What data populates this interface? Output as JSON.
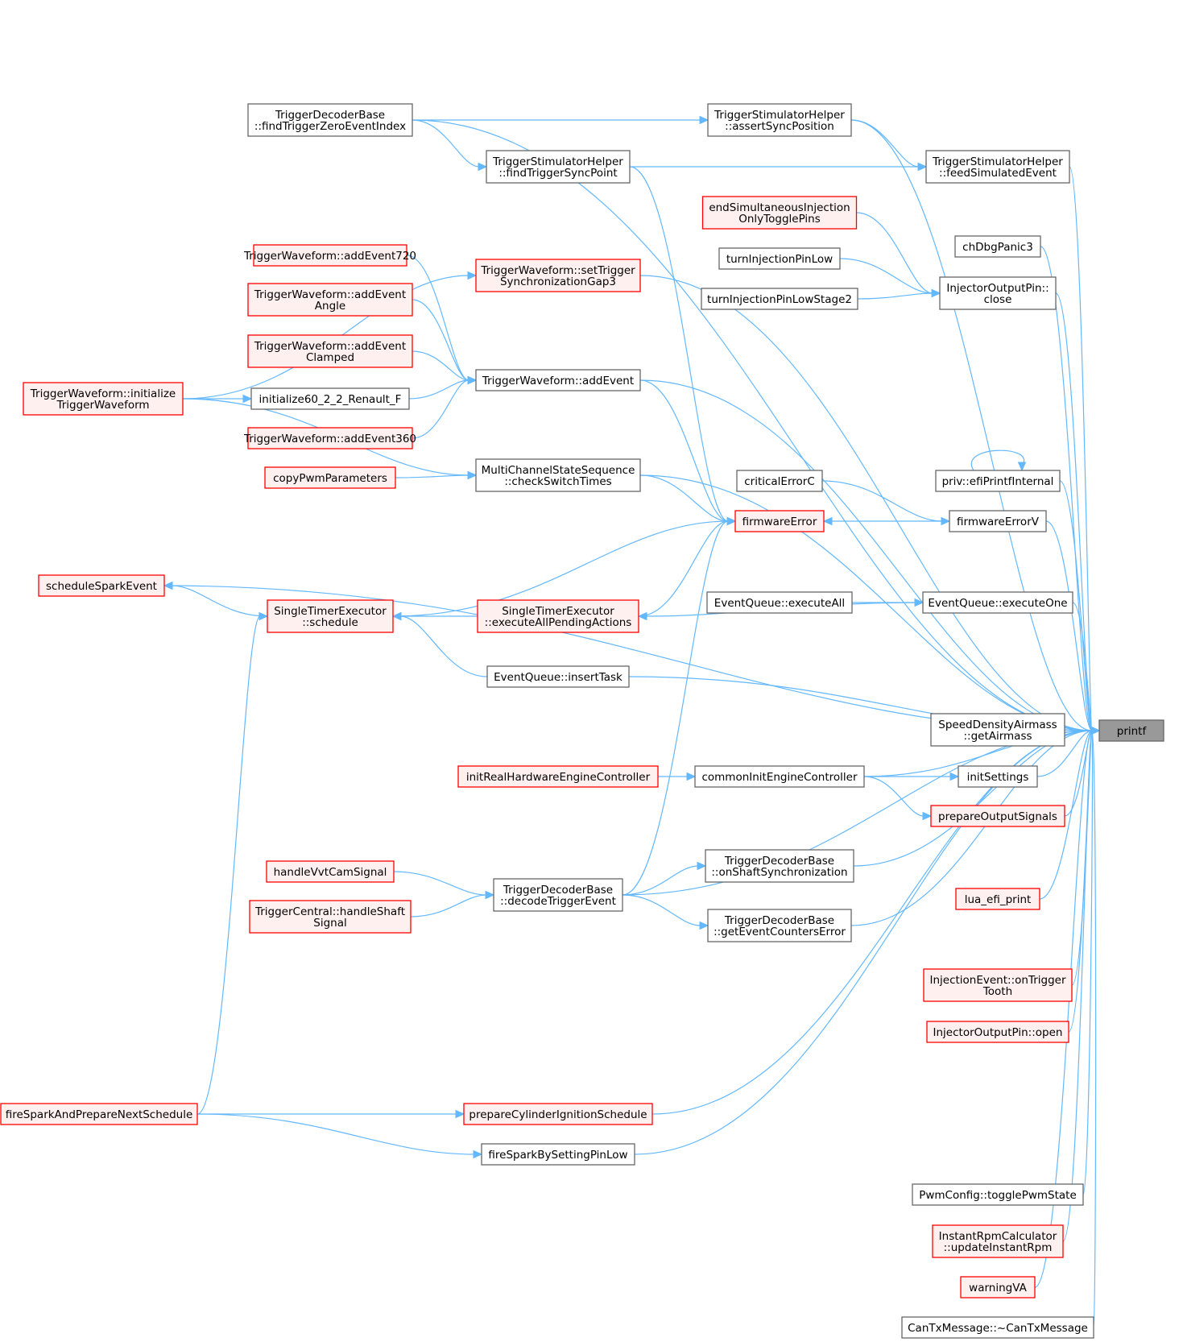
{
  "graph": {
    "nodes": [
      {
        "id": "printf",
        "lines": [
          "printf"
        ],
        "style": "focus"
      },
      {
        "id": "tdb_findTriggerZero",
        "lines": [
          "TriggerDecoderBase",
          "::findTriggerZeroEventIndex"
        ],
        "style": "plain"
      },
      {
        "id": "tsh_assertSync",
        "lines": [
          "TriggerStimulatorHelper",
          "::assertSyncPosition"
        ],
        "style": "plain"
      },
      {
        "id": "tsh_findSync",
        "lines": [
          "TriggerStimulatorHelper",
          "::findTriggerSyncPoint"
        ],
        "style": "plain"
      },
      {
        "id": "tsh_feedSim",
        "lines": [
          "TriggerStimulatorHelper",
          "::feedSimulatedEvent"
        ],
        "style": "plain"
      },
      {
        "id": "endSimInj",
        "lines": [
          "endSimultaneousInjection",
          "OnlyTogglePins"
        ],
        "style": "red"
      },
      {
        "id": "chDbgPanic3",
        "lines": [
          "chDbgPanic3"
        ],
        "style": "plain"
      },
      {
        "id": "turnInjLow",
        "lines": [
          "turnInjectionPinLow"
        ],
        "style": "plain"
      },
      {
        "id": "turnInjLow2",
        "lines": [
          "turnInjectionPinLowStage2"
        ],
        "style": "plain"
      },
      {
        "id": "injClose",
        "lines": [
          "InjectorOutputPin::",
          "close"
        ],
        "style": "plain"
      },
      {
        "id": "tw_addEvent720",
        "lines": [
          "TriggerWaveform::addEvent720"
        ],
        "style": "red"
      },
      {
        "id": "tw_setGap3",
        "lines": [
          "TriggerWaveform::setTrigger",
          "SynchronizationGap3"
        ],
        "style": "red"
      },
      {
        "id": "tw_addEventAngle",
        "lines": [
          "TriggerWaveform::addEvent",
          "Angle"
        ],
        "style": "red"
      },
      {
        "id": "tw_addEventClamped",
        "lines": [
          "TriggerWaveform::addEvent",
          "Clamped"
        ],
        "style": "red"
      },
      {
        "id": "tw_addEvent",
        "lines": [
          "TriggerWaveform::addEvent"
        ],
        "style": "plain"
      },
      {
        "id": "tw_init",
        "lines": [
          "TriggerWaveform::initialize",
          "TriggerWaveform"
        ],
        "style": "red"
      },
      {
        "id": "init60",
        "lines": [
          "initialize60_2_2_Renault_F"
        ],
        "style": "plain"
      },
      {
        "id": "tw_addEvent360",
        "lines": [
          "TriggerWaveform::addEvent360"
        ],
        "style": "red"
      },
      {
        "id": "copyPwm",
        "lines": [
          "copyPwmParameters"
        ],
        "style": "red"
      },
      {
        "id": "mcss_check",
        "lines": [
          "MultiChannelStateSequence",
          "::checkSwitchTimes"
        ],
        "style": "plain"
      },
      {
        "id": "efiPrintf",
        "lines": [
          "priv::efiPrintfInternal"
        ],
        "style": "plain"
      },
      {
        "id": "criticalErrorC",
        "lines": [
          "criticalErrorC"
        ],
        "style": "plain"
      },
      {
        "id": "firmwareError",
        "lines": [
          "firmwareError"
        ],
        "style": "red"
      },
      {
        "id": "firmwareErrorV",
        "lines": [
          "firmwareErrorV"
        ],
        "style": "plain"
      },
      {
        "id": "scheduleSpark",
        "lines": [
          "scheduleSparkEvent"
        ],
        "style": "red"
      },
      {
        "id": "ste_schedule",
        "lines": [
          "SingleTimerExecutor",
          "::schedule"
        ],
        "style": "red"
      },
      {
        "id": "ste_execAll",
        "lines": [
          "SingleTimerExecutor",
          "::executeAllPendingActions"
        ],
        "style": "red"
      },
      {
        "id": "eq_execAll",
        "lines": [
          "EventQueue::executeAll"
        ],
        "style": "plain"
      },
      {
        "id": "eq_execOne",
        "lines": [
          "EventQueue::executeOne"
        ],
        "style": "plain"
      },
      {
        "id": "eq_insert",
        "lines": [
          "EventQueue::insertTask"
        ],
        "style": "plain"
      },
      {
        "id": "sdAirmass",
        "lines": [
          "SpeedDensityAirmass",
          "::getAirmass"
        ],
        "style": "plain"
      },
      {
        "id": "initRealHw",
        "lines": [
          "initRealHardwareEngineController"
        ],
        "style": "red"
      },
      {
        "id": "commonInit",
        "lines": [
          "commonInitEngineController"
        ],
        "style": "plain"
      },
      {
        "id": "initSettings",
        "lines": [
          "initSettings"
        ],
        "style": "plain"
      },
      {
        "id": "prepOutSig",
        "lines": [
          "prepareOutputSignals"
        ],
        "style": "red"
      },
      {
        "id": "tdb_onShaft",
        "lines": [
          "TriggerDecoderBase",
          "::onShaftSynchronization"
        ],
        "style": "plain"
      },
      {
        "id": "handleVvt",
        "lines": [
          "handleVvtCamSignal"
        ],
        "style": "red"
      },
      {
        "id": "tdb_decode",
        "lines": [
          "TriggerDecoderBase",
          "::decodeTriggerEvent"
        ],
        "style": "plain"
      },
      {
        "id": "tc_handleShaft",
        "lines": [
          "TriggerCentral::handleShaft",
          "Signal"
        ],
        "style": "red"
      },
      {
        "id": "tdb_getErr",
        "lines": [
          "TriggerDecoderBase",
          "::getEventCountersError"
        ],
        "style": "plain"
      },
      {
        "id": "luaPrint",
        "lines": [
          "lua_efi_print"
        ],
        "style": "red"
      },
      {
        "id": "injEvent",
        "lines": [
          "InjectionEvent::onTrigger",
          "Tooth"
        ],
        "style": "red"
      },
      {
        "id": "injOpen",
        "lines": [
          "InjectorOutputPin::open"
        ],
        "style": "red"
      },
      {
        "id": "fireSparkNext",
        "lines": [
          "fireSparkAndPrepareNextSchedule"
        ],
        "style": "red"
      },
      {
        "id": "prepCylIgn",
        "lines": [
          "prepareCylinderIgnitionSchedule"
        ],
        "style": "red"
      },
      {
        "id": "fireSparkLow",
        "lines": [
          "fireSparkBySettingPinLow"
        ],
        "style": "plain"
      },
      {
        "id": "pwmToggle",
        "lines": [
          "PwmConfig::togglePwmState"
        ],
        "style": "plain"
      },
      {
        "id": "instRpm",
        "lines": [
          "InstantRpmCalculator",
          "::updateInstantRpm"
        ],
        "style": "red"
      },
      {
        "id": "warningVA",
        "lines": [
          "warningVA"
        ],
        "style": "red"
      },
      {
        "id": "canTx",
        "lines": [
          "CanTxMessage::~CanTxMessage"
        ],
        "style": "plain"
      }
    ],
    "edges": [
      {
        "from": "tdb_findTriggerZero",
        "to": "printf"
      },
      {
        "from": "tdb_findTriggerZero",
        "to": "tsh_assertSync"
      },
      {
        "from": "tdb_findTriggerZero",
        "to": "tsh_findSync"
      },
      {
        "from": "tsh_assertSync",
        "to": "printf"
      },
      {
        "from": "tsh_assertSync",
        "to": "tsh_feedSim"
      },
      {
        "from": "tsh_findSync",
        "to": "tsh_feedSim"
      },
      {
        "from": "tsh_findSync",
        "to": "firmwareError"
      },
      {
        "from": "tsh_feedSim",
        "to": "printf"
      },
      {
        "from": "chDbgPanic3",
        "to": "printf"
      },
      {
        "from": "endSimInj",
        "to": "injClose"
      },
      {
        "from": "turnInjLow",
        "to": "injClose"
      },
      {
        "from": "turnInjLow2",
        "to": "injClose"
      },
      {
        "from": "injClose",
        "to": "printf"
      },
      {
        "from": "tw_init",
        "to": "tw_setGap3"
      },
      {
        "from": "tw_init",
        "to": "init60"
      },
      {
        "from": "tw_init",
        "to": "mcss_check"
      },
      {
        "from": "tw_setGap3",
        "to": "printf"
      },
      {
        "from": "tw_addEvent720",
        "to": "tw_addEvent"
      },
      {
        "from": "tw_addEventAngle",
        "to": "tw_addEvent"
      },
      {
        "from": "tw_addEventClamped",
        "to": "tw_addEvent"
      },
      {
        "from": "init60",
        "to": "tw_addEvent"
      },
      {
        "from": "tw_addEvent360",
        "to": "tw_addEvent"
      },
      {
        "from": "tw_addEvent",
        "to": "printf"
      },
      {
        "from": "tw_addEvent",
        "to": "firmwareError"
      },
      {
        "from": "copyPwm",
        "to": "mcss_check"
      },
      {
        "from": "mcss_check",
        "to": "printf"
      },
      {
        "from": "mcss_check",
        "to": "firmwareError"
      },
      {
        "from": "efiPrintf",
        "to": "efiPrintf"
      },
      {
        "from": "efiPrintf",
        "to": "printf"
      },
      {
        "from": "criticalErrorC",
        "to": "firmwareErrorV"
      },
      {
        "from": "firmwareErrorV",
        "to": "firmwareError"
      },
      {
        "from": "firmwareErrorV",
        "to": "printf"
      },
      {
        "from": "scheduleSpark",
        "to": "printf"
      },
      {
        "from": "ste_schedule",
        "to": "scheduleSpark"
      },
      {
        "from": "ste_schedule",
        "to": "firmwareError"
      },
      {
        "from": "ste_execAll",
        "to": "ste_schedule"
      },
      {
        "from": "ste_execAll",
        "to": "firmwareError"
      },
      {
        "from": "eq_execAll",
        "to": "eq_execOne"
      },
      {
        "from": "eq_execOne",
        "to": "ste_execAll"
      },
      {
        "from": "eq_execOne",
        "to": "printf"
      },
      {
        "from": "eq_insert",
        "to": "ste_schedule"
      },
      {
        "from": "eq_insert",
        "to": "printf"
      },
      {
        "from": "sdAirmass",
        "to": "printf"
      },
      {
        "from": "initRealHw",
        "to": "commonInit"
      },
      {
        "from": "commonInit",
        "to": "printf"
      },
      {
        "from": "commonInit",
        "to": "initSettings"
      },
      {
        "from": "commonInit",
        "to": "prepOutSig"
      },
      {
        "from": "initSettings",
        "to": "printf"
      },
      {
        "from": "prepOutSig",
        "to": "printf"
      },
      {
        "from": "tdb_onShaft",
        "to": "printf"
      },
      {
        "from": "handleVvt",
        "to": "tdb_decode"
      },
      {
        "from": "tc_handleShaft",
        "to": "tdb_decode"
      },
      {
        "from": "tdb_decode",
        "to": "tdb_onShaft"
      },
      {
        "from": "tdb_decode",
        "to": "tdb_getErr"
      },
      {
        "from": "tdb_decode",
        "to": "firmwareError"
      },
      {
        "from": "tdb_decode",
        "to": "printf"
      },
      {
        "from": "tdb_getErr",
        "to": "printf"
      },
      {
        "from": "luaPrint",
        "to": "printf"
      },
      {
        "from": "injEvent",
        "to": "printf"
      },
      {
        "from": "injOpen",
        "to": "printf"
      },
      {
        "from": "fireSparkNext",
        "to": "ste_schedule"
      },
      {
        "from": "fireSparkNext",
        "to": "prepCylIgn"
      },
      {
        "from": "fireSparkNext",
        "to": "fireSparkLow"
      },
      {
        "from": "prepCylIgn",
        "to": "printf"
      },
      {
        "from": "fireSparkLow",
        "to": "printf"
      },
      {
        "from": "pwmToggle",
        "to": "printf"
      },
      {
        "from": "instRpm",
        "to": "printf"
      },
      {
        "from": "warningVA",
        "to": "printf"
      },
      {
        "from": "canTx",
        "to": "printf"
      }
    ]
  }
}
